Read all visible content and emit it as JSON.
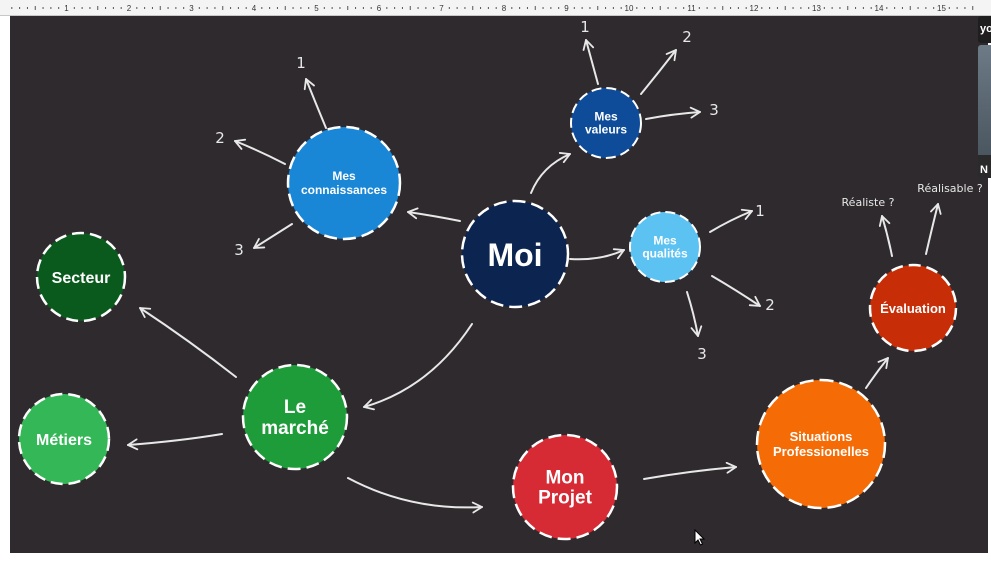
{
  "ruler": {
    "numbers": [
      "1",
      "2",
      "3",
      "4",
      "5",
      "6",
      "7",
      "8",
      "9",
      "10",
      "11",
      "12",
      "13",
      "14",
      "15"
    ]
  },
  "diagram": {
    "nodes": {
      "moi": {
        "label": "Moi",
        "color": "#0c2450"
      },
      "valeurs": {
        "label": "Mes\nvaleurs",
        "color": "#0e4c9a"
      },
      "connaissances": {
        "label": "Mes\nconnaissances",
        "color": "#1a86d6"
      },
      "qualites": {
        "label": "Mes\nqualités",
        "color": "#5cc2f2"
      },
      "secteur": {
        "label": "Secteur",
        "color": "#0a5a1e"
      },
      "marche": {
        "label": "Le\nmarché",
        "color": "#1e9c3a"
      },
      "metiers": {
        "label": "Métiers",
        "color": "#34b857"
      },
      "projet": {
        "label": "Mon\nProjet",
        "color": "#d62b35"
      },
      "situations": {
        "label": "Situations\nProfessionelles",
        "color": "#f56b05"
      },
      "evaluation": {
        "label": "Évaluation",
        "color": "#c72d07"
      }
    },
    "annotations": {
      "valeurs": [
        "1",
        "2",
        "3"
      ],
      "connaissances": [
        "1",
        "2",
        "3"
      ],
      "qualites": [
        "1",
        "2",
        "3"
      ],
      "realiste": "Réaliste ?",
      "realisable": "Réalisable ?"
    }
  },
  "side_thumbnails": {
    "top_label": "yo",
    "bottom_label": "N"
  }
}
